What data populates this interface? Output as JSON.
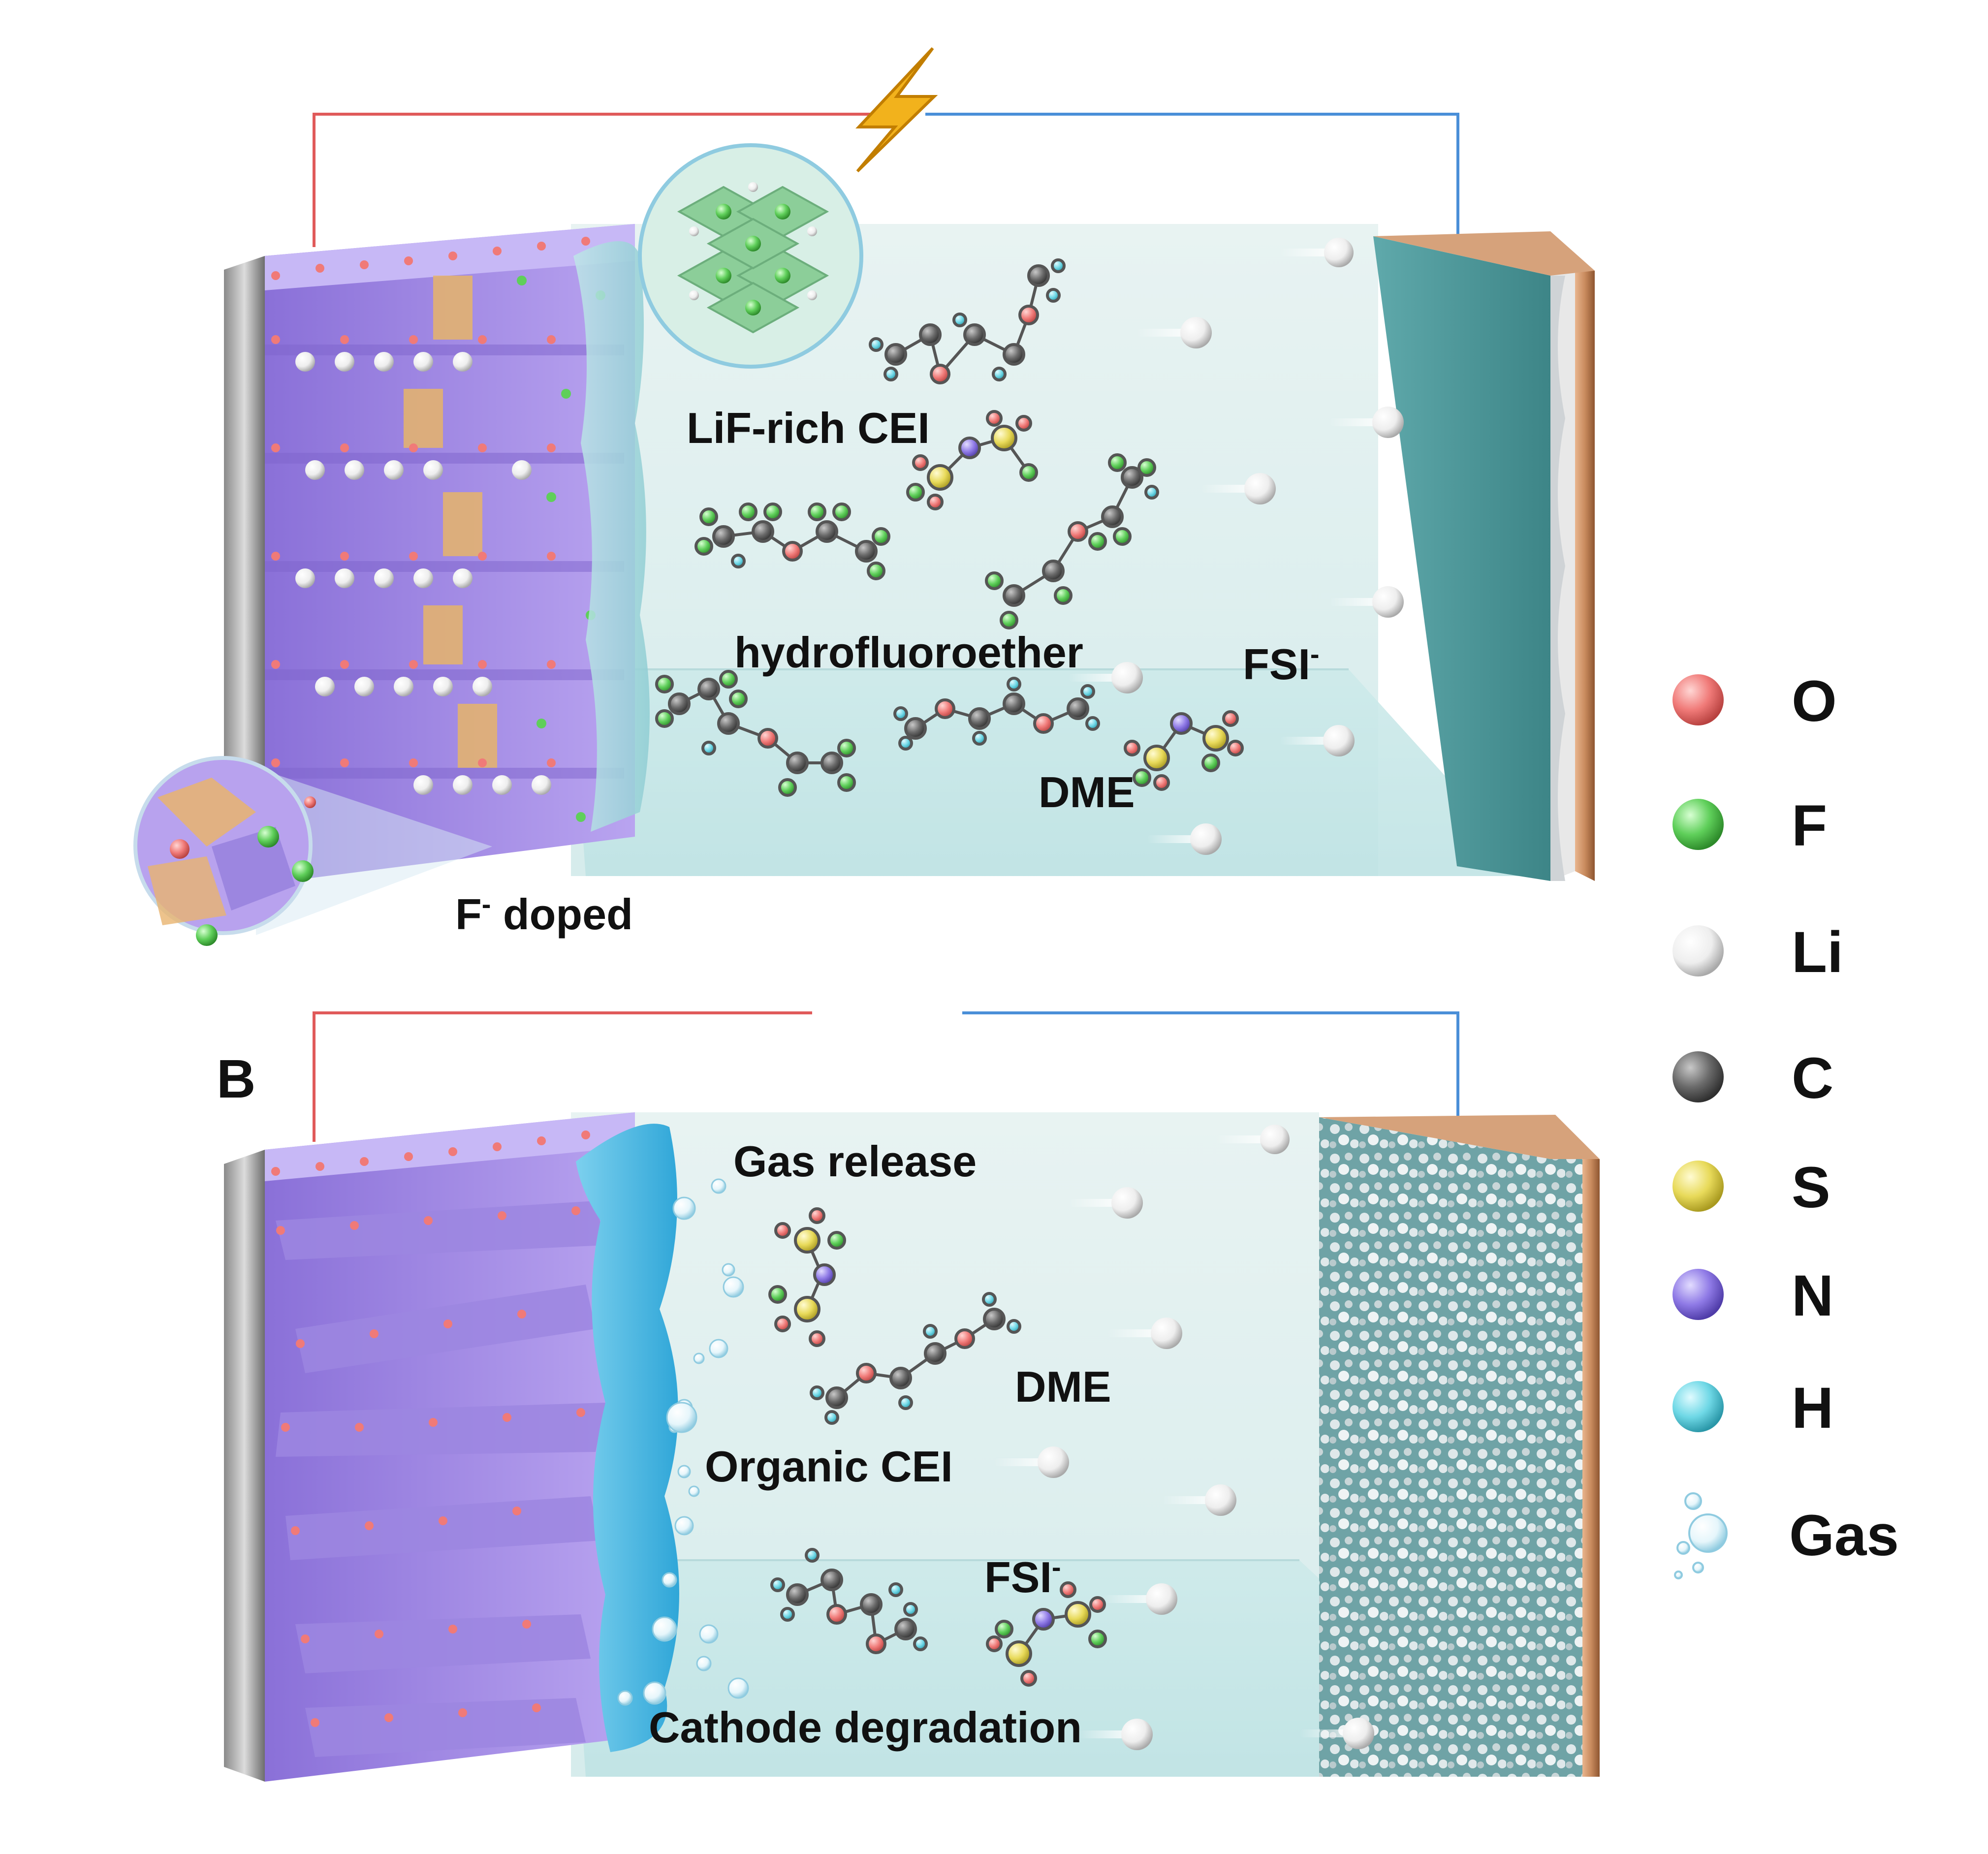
{
  "panel_a": {
    "labels": {
      "lif_cei": "LiF-rich CEI",
      "hydrofluoroether": "hydrofluoroether",
      "fsi": "FSI",
      "fsi_sup": "-",
      "dme": "DME",
      "f_doped": "F",
      "f_doped_sup": "-",
      "f_doped_rest": " doped"
    }
  },
  "panel_b": {
    "panel_letter": "B",
    "labels": {
      "gas_release": "Gas release",
      "dme": "DME",
      "organic_cei": "Organic CEI",
      "fsi": "FSI",
      "fsi_sup": "-",
      "cathode_degradation": "Cathode degradation"
    }
  },
  "legend": [
    {
      "label": "O",
      "color": "#f07a78",
      "icon": "o-atom-sphere"
    },
    {
      "label": "F",
      "color": "#5fcf5a",
      "icon": "f-atom-sphere"
    },
    {
      "label": "Li",
      "color": "#f4f4f4",
      "icon": "li-atom-sphere"
    },
    {
      "label": "C",
      "color": "#6a6a6a",
      "icon": "c-atom-sphere"
    },
    {
      "label": "S",
      "color": "#e8da5a",
      "icon": "s-atom-sphere"
    },
    {
      "label": "N",
      "color": "#8f7ae6",
      "icon": "n-atom-sphere"
    },
    {
      "label": "H",
      "color": "#6fd8e6",
      "icon": "h-atom-sphere"
    },
    {
      "label": "Gas",
      "color": "#b9e4f2",
      "icon": "gas-bubbles"
    }
  ],
  "colors": {
    "wire_positive": "#e05a5a",
    "wire_negative": "#4a8fd8",
    "electrolyte": "#dcefef",
    "cathode_layer": "#a58ce8",
    "copper_collector": "#c98b5e",
    "lightning": "#f2b21c"
  }
}
